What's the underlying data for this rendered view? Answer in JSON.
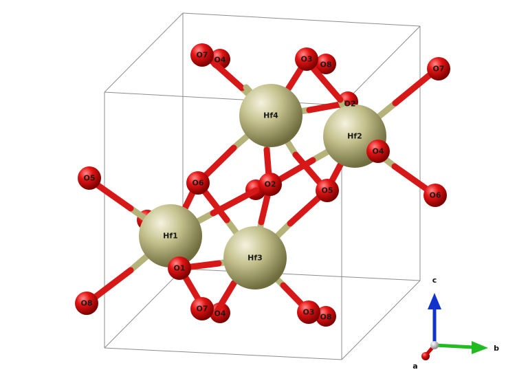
{
  "atoms": {
    "o7_tl": "O7",
    "o4_tl": "O4",
    "o3_tr": "O3",
    "o8_tr": "O8",
    "o2_hidden": "O2",
    "o7_right": "O7",
    "hf4": "Hf4",
    "hf2": "Hf2",
    "o4_right": "O4",
    "o6_right": "O6",
    "o5_left": "O5",
    "o6_mid": "O6",
    "o2_mid": "O2",
    "o5_mid": "O5",
    "hf1": "Hf1",
    "hf3": "Hf3",
    "o1": "O1",
    "o8_bl": "O8",
    "o7_bot": "O7",
    "o4_bot": "O4",
    "o3_bot": "O3",
    "o8_bot": "O8"
  },
  "axes": {
    "a": "a",
    "b": "b",
    "c": "c"
  },
  "colors": {
    "hafnium": "#b9b67f",
    "oxygen": "#e01010",
    "bond_hf": "#b5b27a",
    "bond_o": "#d61818",
    "axis_a": "#cc0000",
    "axis_b": "#22bb22",
    "axis_c": "#1133cc"
  }
}
